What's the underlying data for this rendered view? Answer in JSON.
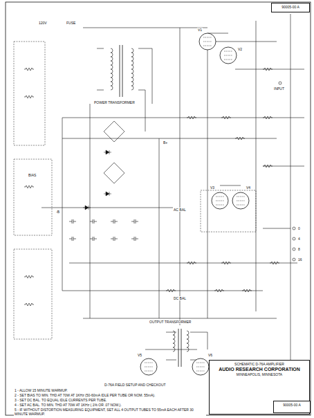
{
  "diagram": {
    "nodes": [
      {
        "text": [
          "SCHEMATIC D-76A AMPLIFIER",
          "AUDIO RESEARCH CORPORATION",
          "MINNEAPOLIS, MINNESOTA"
        ]
      },
      {
        "text": [
          "90005-00 A"
        ],
        "in": 0
      },
      {
        "text": [
          "90005-00 A"
        ]
      }
    ],
    "labels": [
      "D-76A FIELD SETUP AND CHECKOUT",
      "1 - ALLOW 15 MINUTE WARMUP.",
      "2 - SET BIAS TO MIN. THD AT 70W AT 1KHz (50-60mA IDLE PER TUBE OR NOM. 55mA).",
      "3 - SET DC BAL. TO EQUAL IDLE CURRENTS PER TUBE.",
      "4 - SET AC BAL. TO MIN. THD AT 70W AT 1KHz (.1% OR .07 NOM.).",
      "5 - IF WITHOUT DISTORTION MEASURING EQUIPMENT, SET ALL 4 OUTPUT TUBES TO 55mA EACH AFTER 30 MINUTE WARMUP.",
      "POWER TRANSFORMER",
      "OUTPUT TRANSFORMER",
      "BIAS",
      "DC BAL",
      "AC BAL",
      "INPUT",
      "FUSE",
      "V1",
      "V2",
      "V3",
      "V4",
      "V5",
      "V6",
      "120V",
      "B+",
      "-B",
      "0",
      "4",
      "8",
      "16"
    ]
  }
}
